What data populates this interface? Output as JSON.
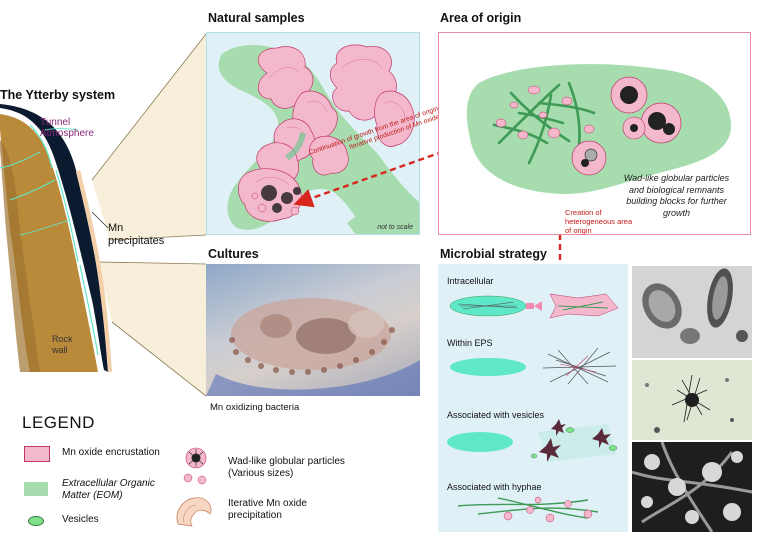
{
  "ytterby": {
    "title": "The Ytterby system",
    "tunnel_line1": "Tunnel",
    "tunnel_line2": "Atmosphere",
    "mn_line1": "Mn",
    "mn_line2": "precipitates",
    "rock_line1": "Rock",
    "rock_line2": "wall"
  },
  "natural": {
    "title": "Natural samples",
    "arrow_line1": "Continuation of growth from the area of origin",
    "arrow_line2": "Iterative production of Mn oxides",
    "scale_note": "not to scale"
  },
  "origin": {
    "title": "Area of origin",
    "caption_line1": "Wad-like globular particles",
    "caption_line2": "and biological remnants",
    "caption_line3": "building blocks for further",
    "caption_line4": "growth"
  },
  "creation": {
    "line1": "Creation of",
    "line2": "heterogeneous area",
    "line3": "of origin"
  },
  "cultures": {
    "title": "Cultures",
    "caption": "Mn oxidizing bacteria"
  },
  "microbial": {
    "title": "Microbial strategy",
    "rows": [
      {
        "label": "Intracellular"
      },
      {
        "label": "Within EPS"
      },
      {
        "label": "Associated with vesicles"
      },
      {
        "label": "Associated with hyphae"
      }
    ]
  },
  "legend": {
    "title": "LEGEND",
    "items": [
      {
        "label_line1": "Mn oxide encrustation",
        "label_line2": ""
      },
      {
        "label_line1": "Extracellular Organic",
        "label_line2": "Matter (EOM)"
      },
      {
        "label_line1": "Vesicles",
        "label_line2": ""
      },
      {
        "label_line1": "Wad-like globular particles",
        "label_line2": "(Various sizes)"
      },
      {
        "label_line1": "Iterative Mn oxide",
        "label_line2": "precipitation"
      }
    ]
  },
  "colors": {
    "pink": "#f4b8cd",
    "pink_stroke": "#c2366a",
    "green": "#a6dcae",
    "green_dark": "#3f9a55",
    "light_blue": "#dff1f7",
    "arrow_red": "#d9261c",
    "tan": "#f5e9c8",
    "rock_brown": "#b98a3a",
    "cyan": "#5fe8c8"
  }
}
